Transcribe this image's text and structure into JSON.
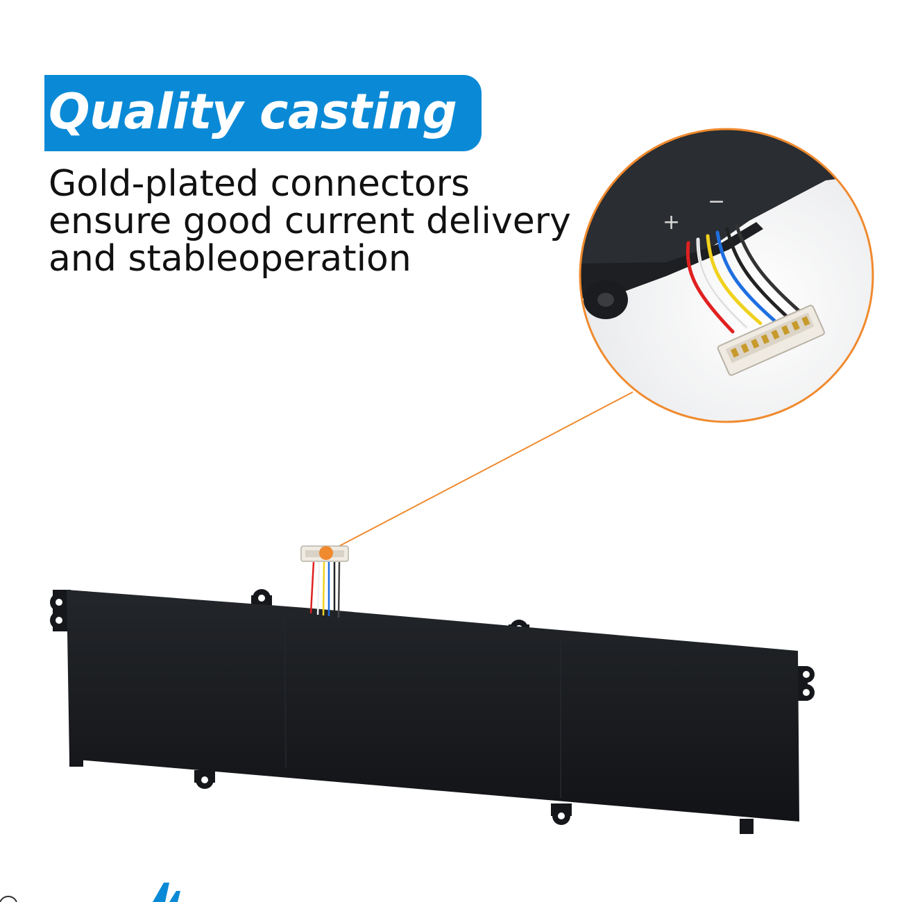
{
  "banner": {
    "title": "Quality casting",
    "color": "#0a8ad6"
  },
  "description": {
    "lines": [
      "Gold-plated connectors",
      "ensure good current delivery",
      "and stableoperation"
    ]
  },
  "zoom_callout": {
    "plus_label": "+",
    "minus_label": "−",
    "accent": "#f08a2e"
  },
  "battery": {
    "body_color": "#15171a",
    "wire_colors": [
      "#e02020",
      "#f2f2f2",
      "#f0d21e",
      "#1f6fe0",
      "#222222"
    ]
  }
}
